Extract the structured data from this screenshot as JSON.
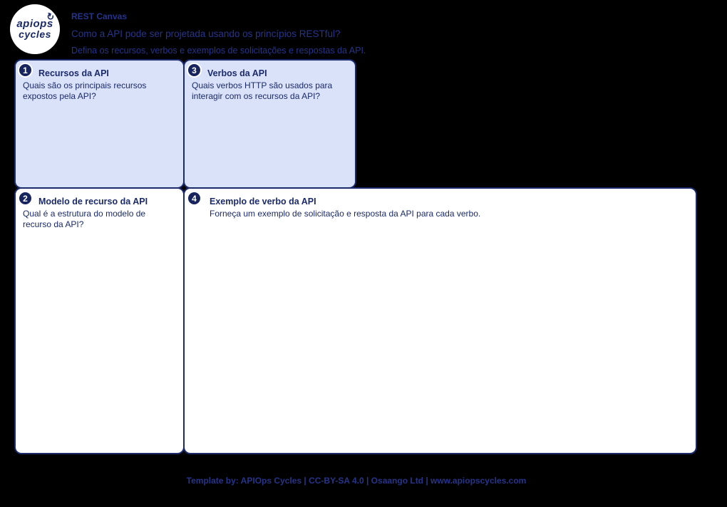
{
  "logo": {
    "line1": "apiops",
    "line2": "cycles"
  },
  "header": {
    "title": "REST Canvas",
    "question": "Como a API pode ser projetada usando os princípios RESTful?",
    "subtitle": "Defina os recursos, verbos e exemplos de solicitações e respostas da API."
  },
  "boxes": [
    {
      "number": "1",
      "title": "Recursos da API",
      "description": "Quais são os principais recursos expostos pela API?"
    },
    {
      "number": "3",
      "title": "Verbos da API",
      "description": "Quais verbos HTTP são usados para interagir com os recursos da API?"
    },
    {
      "number": "2",
      "title": "Modelo de recurso da API",
      "description": "Qual é a estrutura do modelo de recurso da API?"
    },
    {
      "number": "4",
      "title": "Exemplo de verbo da API",
      "description": "Forneça um exemplo de solicitação e resposta da API para cada verbo."
    }
  ],
  "footer": {
    "text": "Template by: APIOps Cycles | CC-BY-SA 4.0 | Osaango Ltd | www.apiopscycles.com"
  },
  "colors": {
    "background": "#000000",
    "accent_text": "#26348c",
    "box_light": "#d9e2f8",
    "box_white": "#ffffff",
    "box_border": "#1b2a6b",
    "badge": "#17245e"
  }
}
